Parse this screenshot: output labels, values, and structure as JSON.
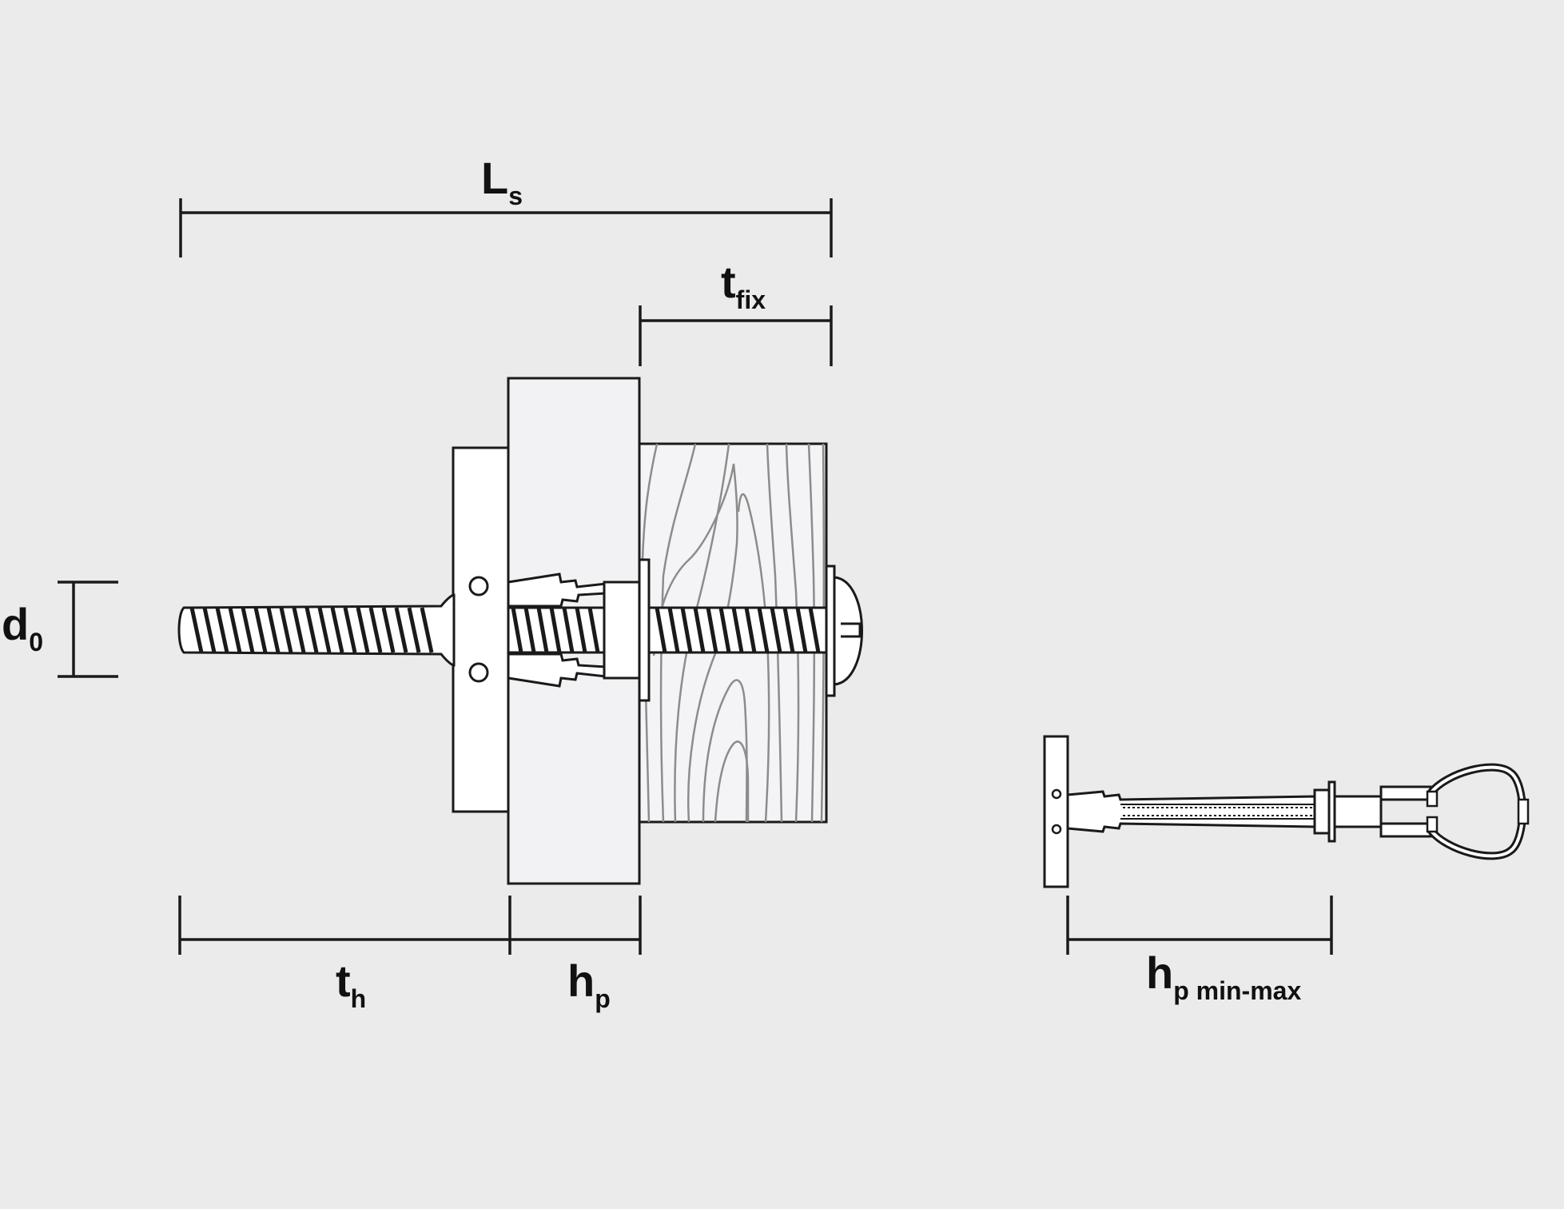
{
  "colors": {
    "background": "#ebebeb",
    "outline": "#1a1a1a",
    "part_fill": "#f2f2f4",
    "wood_fill": "#f4f4f6",
    "wood_grain": "#8c8c8c",
    "white": "#ffffff"
  },
  "labels": {
    "ls": {
      "main": "L",
      "sub": "s"
    },
    "tfix": {
      "main": "t",
      "sub": "fix"
    },
    "d0": {
      "main": "d",
      "sub": "0"
    },
    "th": {
      "main": "t",
      "sub": "h"
    },
    "hp": {
      "main": "h",
      "sub": "p"
    },
    "hpmm": {
      "main": "h",
      "sub": "p min-max"
    }
  }
}
